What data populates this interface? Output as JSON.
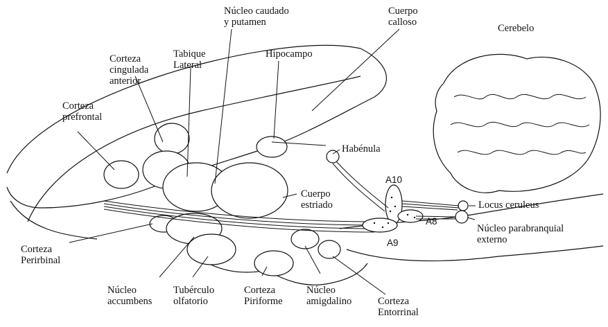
{
  "labels": {
    "nucleo_caudado": "Núcleo caudado\ny putamen",
    "cuerpo_calloso": "Cuerpo\ncalloso",
    "cerebelo": "Cerebelo",
    "tabique": "Tabique\nLateral",
    "hipocampo": "Hipocampo",
    "corteza_cingulada": "Corteza\ncingulada\nanterior",
    "corteza_prefrontal": "Corteza\nprefrontal",
    "habenula": "Habénula",
    "a10": "A10",
    "cuerpo_estriado": "Cuerpo\nestriado",
    "locus_ceruleus": "Locus ceruleus",
    "a8": "A8",
    "nucleo_parabranquial": "Núcleo parabranquial\nexterno",
    "a9": "A9",
    "corteza_perirbinal": "Corteza\nPerirbinal",
    "nucleo_accumbens": "Núcleo\naccumbens",
    "tuberculo_olfatorio": "Tubérculo\nolfatorio",
    "corteza_piriforme": "Corteza\nPiriforme",
    "nucleo_amigdalino": "Núcleo\namigdalino",
    "corteza_entorrinal": "Corteza\nEntorrinal"
  }
}
